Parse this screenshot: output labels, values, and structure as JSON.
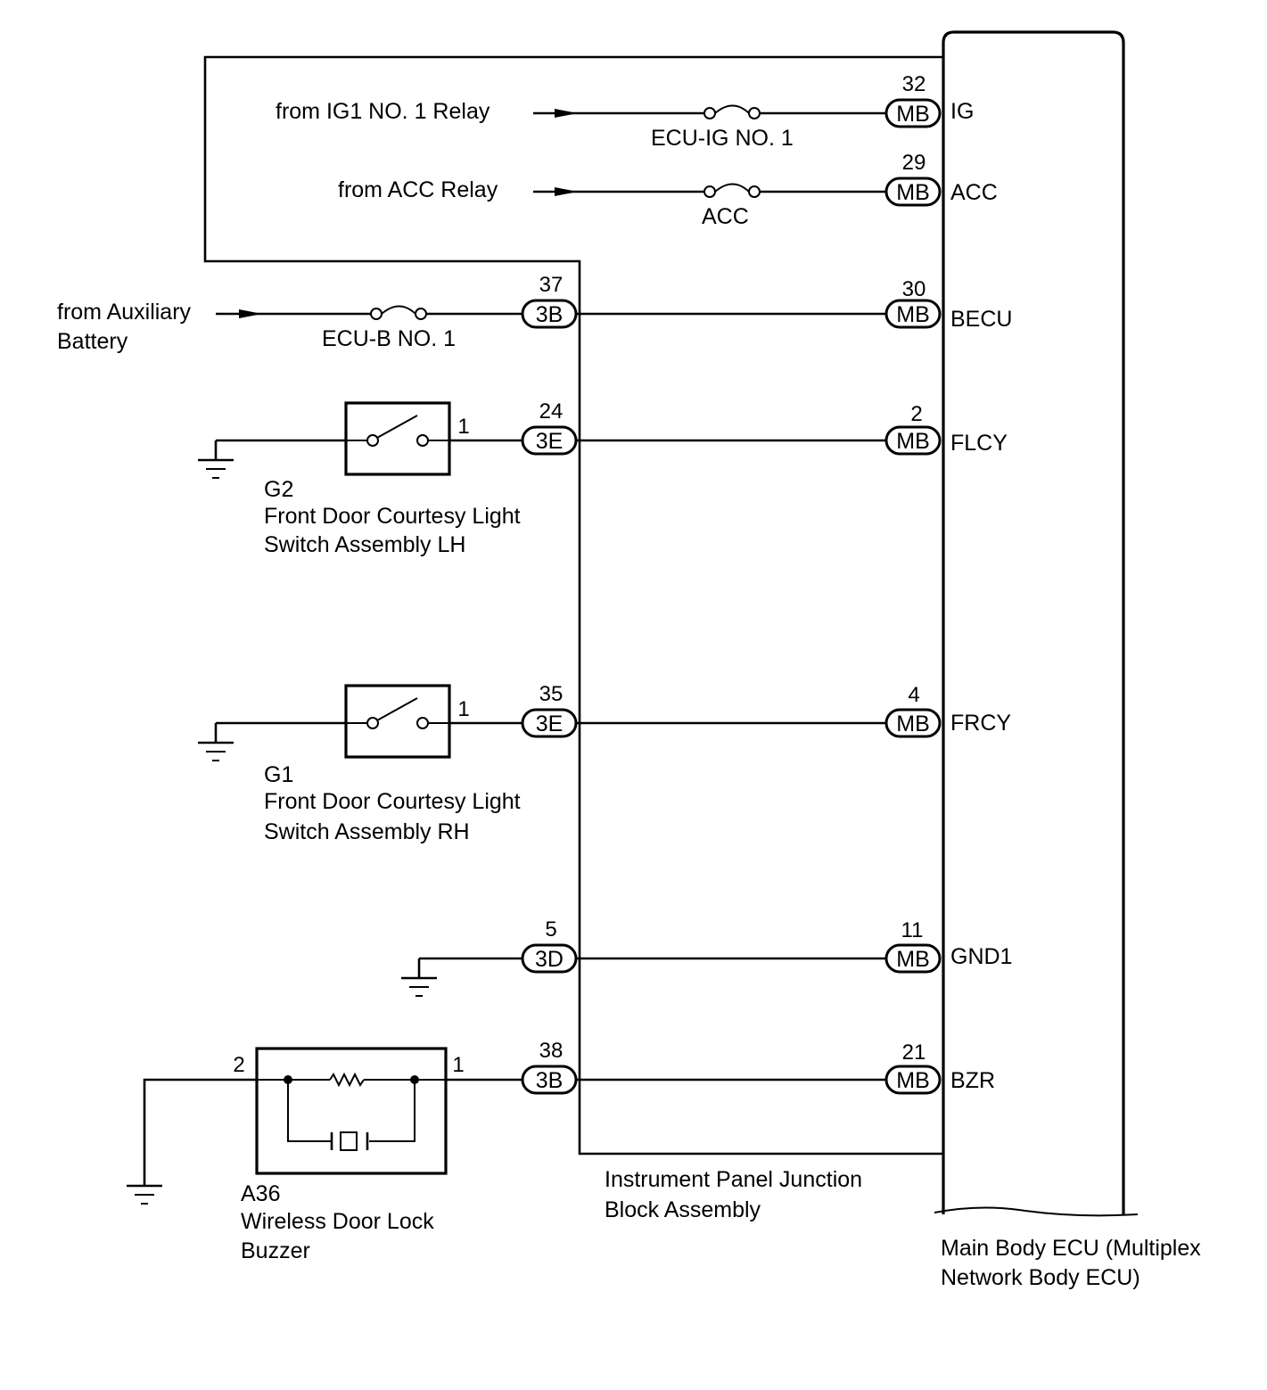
{
  "sources": {
    "ig1": "from IG1 NO. 1 Relay",
    "acc": "from ACC Relay",
    "aux_line1": "from Auxiliary",
    "aux_line2": "Battery"
  },
  "fuses": {
    "ecu_ig": "ECU-IG NO. 1",
    "acc": "ACC",
    "ecu_b": "ECU-B NO. 1"
  },
  "ecu": {
    "label_line1": "Main Body ECU (Multiplex",
    "label_line2": "Network Body ECU)",
    "terminals": [
      {
        "pin": "32",
        "connector": "MB",
        "signal": "IG"
      },
      {
        "pin": "29",
        "connector": "MB",
        "signal": "ACC"
      },
      {
        "pin": "30",
        "connector": "MB",
        "signal": "BECU"
      },
      {
        "pin": "2",
        "connector": "MB",
        "signal": "FLCY"
      },
      {
        "pin": "4",
        "connector": "MB",
        "signal": "FRCY"
      },
      {
        "pin": "11",
        "connector": "MB",
        "signal": "GND1"
      },
      {
        "pin": "21",
        "connector": "MB",
        "signal": "BZR"
      }
    ]
  },
  "junction_block": {
    "label_line1": "Instrument Panel Junction",
    "label_line2": "Block Assembly",
    "connectors": [
      {
        "pin": "37",
        "connector": "3B"
      },
      {
        "pin": "24",
        "connector": "3E"
      },
      {
        "pin": "35",
        "connector": "3E"
      },
      {
        "pin": "5",
        "connector": "3D"
      },
      {
        "pin": "38",
        "connector": "3B"
      }
    ]
  },
  "components": {
    "g2": {
      "code": "G2",
      "line1": "Front Door Courtesy Light",
      "line2": "Switch Assembly LH",
      "pin": "1"
    },
    "g1": {
      "code": "G1",
      "line1": "Front Door Courtesy Light",
      "line2": "Switch Assembly RH",
      "pin": "1"
    },
    "a36": {
      "code": "A36",
      "line1": "Wireless Door Lock",
      "line2": "Buzzer",
      "pin_left": "2",
      "pin_right": "1"
    }
  }
}
